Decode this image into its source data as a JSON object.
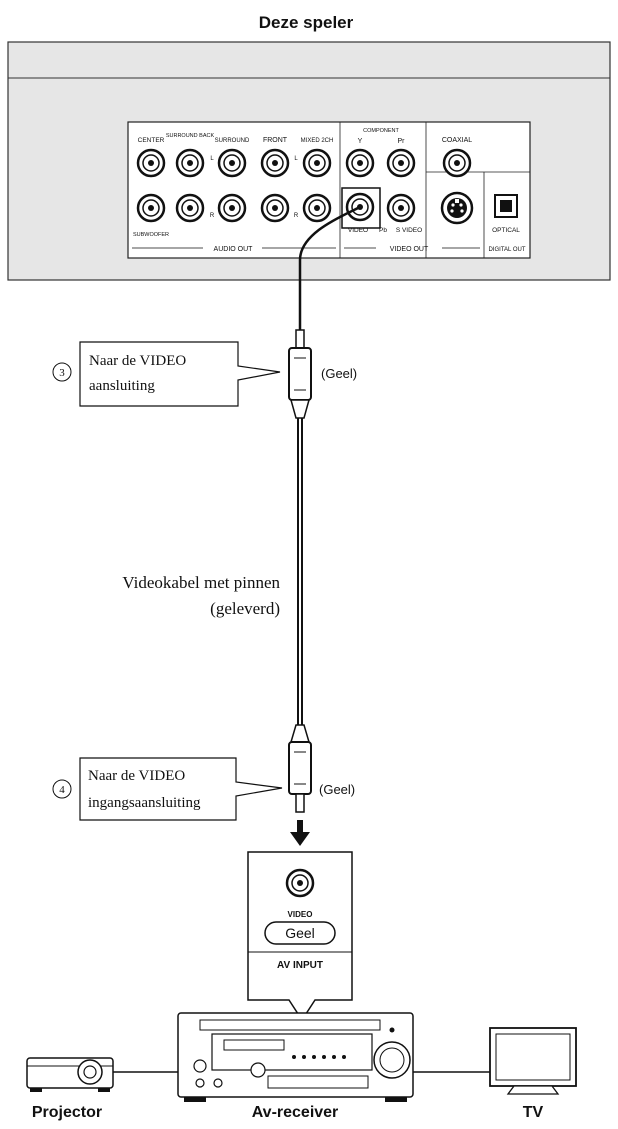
{
  "header": {
    "title": "Deze speler"
  },
  "player_panel": {
    "jacks": {
      "center": "CENTER",
      "surround_back": "SURROUND BACK",
      "surround": "SURROUND",
      "front": "FRONT",
      "mixed_2ch": "MIXED 2CH",
      "component": "COMPONENT",
      "y": "Y",
      "pr": "Pr",
      "pb": "Pb",
      "coaxial": "COAXIAL",
      "subwoofer": "SUBWOOFER",
      "video": "VIDEO",
      "s_video": "S VIDEO",
      "optical": "OPTICAL",
      "left_marker": "L",
      "right_marker": "R"
    },
    "groups": {
      "audio_out": "AUDIO OUT",
      "video_out": "VIDEO OUT",
      "digital_out": "DIGITAL OUT"
    }
  },
  "steps": [
    {
      "number": "3",
      "line1": "Naar de VIDEO",
      "line2": "aansluiting",
      "color_note": "(Geel)"
    },
    {
      "number": "4",
      "line1": "Naar de VIDEO",
      "line2": "ingangsaansluiting",
      "color_note": "(Geel)"
    }
  ],
  "cable": {
    "line1": "Videokabel met pinnen",
    "line2": "(geleverd)"
  },
  "av_input": {
    "jack_label": "VIDEO",
    "color_tag": "Geel",
    "footer": "AV INPUT"
  },
  "devices": {
    "projector": "Projector",
    "receiver": "Av-receiver",
    "tv": "TV"
  },
  "colors": {
    "panel": "#e6e6e6",
    "line": "#111111",
    "white": "#ffffff"
  }
}
